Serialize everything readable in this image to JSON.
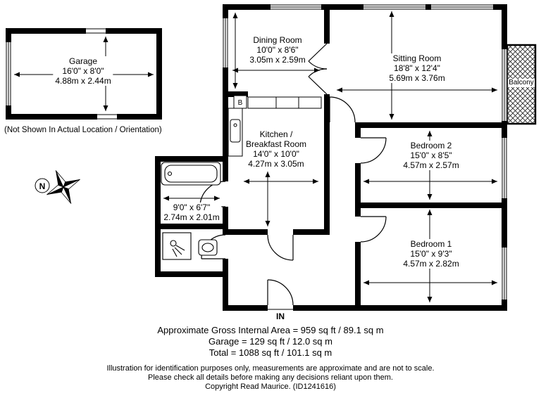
{
  "plan": {
    "garage": {
      "name": "Garage",
      "imperial": "16'0\" x 8'0\"",
      "metric": "4.88m x 2.44m"
    },
    "garage_note": "(Not Shown In Actual Location / Orientation)",
    "dining_room": {
      "name": "Dining Room",
      "imperial": "10'0\" x 8'6\"",
      "metric": "3.05m x 2.59m"
    },
    "sitting_room": {
      "name": "Sitting Room",
      "imperial": "18'8\" x 12'4\"",
      "metric": "5.69m x 3.76m"
    },
    "balcony": {
      "name": "Balcony"
    },
    "kitchen": {
      "name_line1": "Kitchen /",
      "name_line2": "Breakfast Room",
      "imperial": "14'0\" x 10'0\"",
      "metric": "4.27m x 3.05m"
    },
    "bathroom": {
      "imperial": "9'0\" x 6'7\"",
      "metric": "2.74m x 2.01m"
    },
    "bedroom2": {
      "name": "Bedroom 2",
      "imperial": "15'0\" x 8'5\"",
      "metric": "4.57m x 2.57m"
    },
    "bedroom1": {
      "name": "Bedroom 1",
      "imperial": "15'0\" x 9'3\"",
      "metric": "4.57m x 2.82m"
    },
    "north_label": "N",
    "boiler_label": "B",
    "entrance_label": "IN"
  },
  "summary": {
    "gross_internal": "Approximate Gross Internal Area = 959 sq ft / 89.1 sq m",
    "garage_area": "Garage = 129 sq ft / 12.0 sq m",
    "total_area": "Total = 1088 sq ft / 101.1 sq m"
  },
  "disclaimer": {
    "line1": "Illustration for identification purposes only, measurements are approximate and are not to scale.",
    "line2": "Please check all details before making any decisions reliant upon them.",
    "line3": "Copyright Read Maurice. (ID1241616)"
  }
}
